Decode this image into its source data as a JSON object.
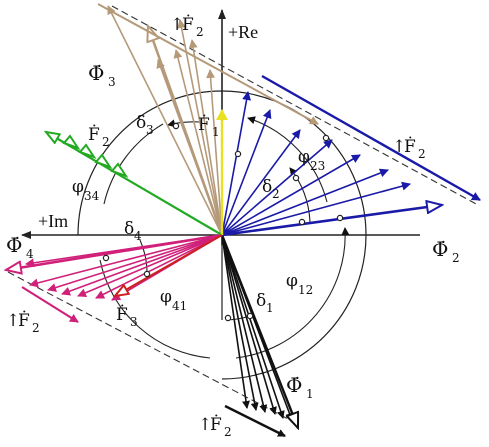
{
  "diagram": {
    "axis_labels": {
      "real": "+Re",
      "imaginary": "+Im"
    },
    "flux_labels": {
      "phi1": {
        "symbol": "Φ̇",
        "index": "1"
      },
      "phi2": {
        "symbol": "Φ̇",
        "index": "2"
      },
      "phi3": {
        "symbol": "Φ̇",
        "index": "3"
      },
      "phi4": {
        "symbol": "Φ̇",
        "index": "4"
      }
    },
    "force_labels": {
      "f1": {
        "symbol": "Ḟ",
        "index": "1"
      },
      "f2": {
        "symbol": "Ḟ",
        "index": "2"
      },
      "f3": {
        "symbol": "Ḟ",
        "index": "3"
      },
      "f2_top": {
        "arrow": "↑",
        "symbol": "Ḟ",
        "index": "2"
      },
      "f2_right": {
        "arrow": "↑",
        "symbol": "Ḟ",
        "index": "2"
      },
      "f2_left": {
        "arrow": "↑",
        "symbol": "Ḟ",
        "index": "2"
      },
      "f2_bottom": {
        "arrow": "↑",
        "symbol": "Ḟ",
        "index": "2"
      }
    },
    "angle_labels": {
      "phi12": {
        "symbol": "φ",
        "index": "12"
      },
      "phi23": {
        "symbol": "φ",
        "index": "23"
      },
      "phi34": {
        "symbol": "φ",
        "index": "34"
      },
      "phi41": {
        "symbol": "φ",
        "index": "41"
      },
      "delta1": {
        "symbol": "δ",
        "index": "1"
      },
      "delta2": {
        "symbol": "δ",
        "index": "2"
      },
      "delta3": {
        "symbol": "δ",
        "index": "3"
      },
      "delta4": {
        "symbol": "δ",
        "index": "4"
      }
    },
    "colors": {
      "axis": "#222222",
      "flux1_group": "#111111",
      "flux2_group": "#1a1aa8",
      "flux3_group": "#b59a7a",
      "flux4_group": "#d0207a",
      "force2_green": "#22aa22",
      "force1_yellow": "#e8e020",
      "force3_red": "#cc2020",
      "dashed": "#333333"
    }
  }
}
